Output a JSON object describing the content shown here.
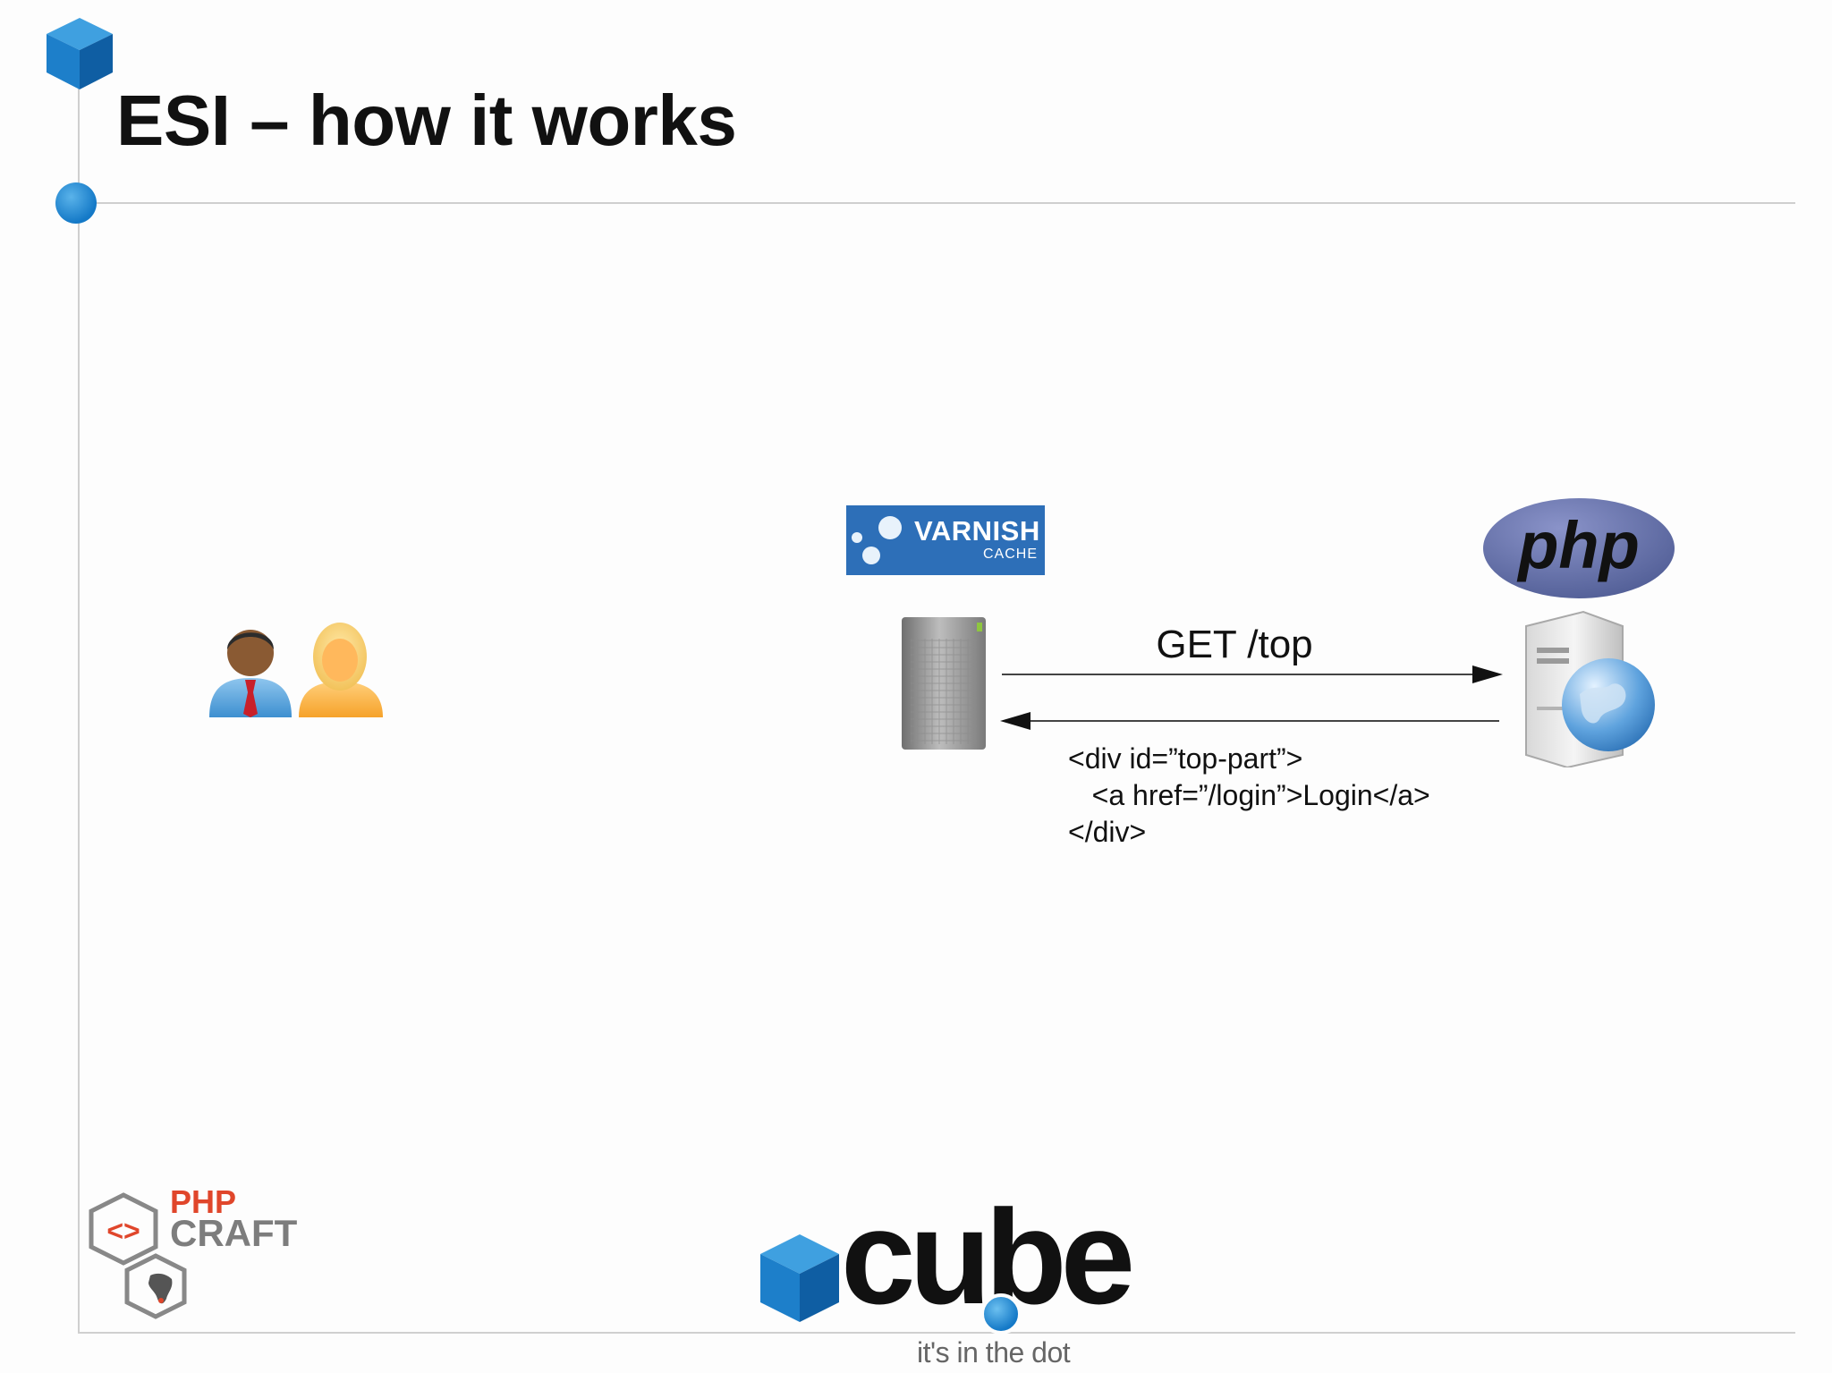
{
  "slide": {
    "title": "ESI – how it works",
    "accent_color": "#1479c7"
  },
  "nodes": {
    "users": {
      "icon": "users-icon"
    },
    "varnish": {
      "logo_name": "VARNISH",
      "logo_sub": "CACHE",
      "icon": "server-tower-icon"
    },
    "php": {
      "logo_text": "php",
      "icon": "web-server-globe-icon"
    }
  },
  "edges": {
    "request": {
      "label": "GET /top",
      "direction": "varnish-to-php"
    },
    "response": {
      "direction": "php-to-varnish",
      "body_lines": [
        "<div id=”top-part”>",
        "   <a href=”/login”>Login</a>",
        "</div>"
      ]
    }
  },
  "footer": {
    "left_logo": {
      "line1": "PHP",
      "line2": "CRAFT",
      "symbol": "<>"
    },
    "center_logo": {
      "wordmark": "cube",
      "tagline": "it's in the dot"
    }
  }
}
